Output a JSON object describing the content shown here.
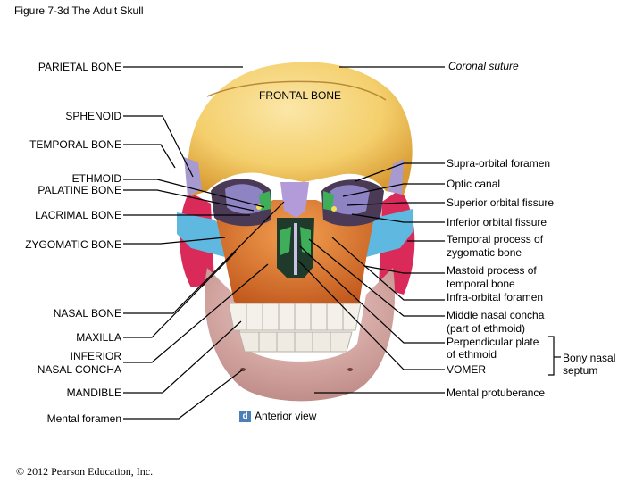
{
  "title": "Figure 7-3d The Adult Skull",
  "view_badge": "d",
  "view_label": "Anterior view",
  "copyright": "© 2012 Pearson Education, Inc.",
  "labels_left": {
    "parietal": "PARIETAL BONE",
    "sphenoid": "SPHENOID",
    "temporal": "TEMPORAL BONE",
    "ethmoid": "ETHMOID",
    "palatine": "PALATINE BONE",
    "lacrimal": "LACRIMAL BONE",
    "zygomatic": "ZYGOMATIC BONE",
    "nasal": "NASAL BONE",
    "maxilla": "MAXILLA",
    "inferior_concha_1": "INFERIOR",
    "inferior_concha_2": "NASAL CONCHA",
    "mandible": "MANDIBLE",
    "mental_foramen": "Mental foramen"
  },
  "labels_top": {
    "frontal": "FRONTAL BONE"
  },
  "labels_right": {
    "coronal": "Coronal suture",
    "supraorbital": "Supra-orbital foramen",
    "optic": "Optic canal",
    "sup_orbital_fissure": "Superior orbital fissure",
    "inf_orbital_fissure": "Inferior orbital fissure",
    "temporal_process_1": "Temporal process of",
    "temporal_process_2": "zygomatic bone",
    "mastoid_1": "Mastoid process of",
    "mastoid_2": "temporal bone",
    "infraorbital": "Infra-orbital foramen",
    "middle_concha_1": "Middle nasal concha",
    "middle_concha_2": "(part of ethmoid)",
    "perpendicular_1": "Perpendicular plate",
    "perpendicular_2": "of ethmoid",
    "vomer": "VOMER",
    "mental_protuberance": "Mental protuberance",
    "septum_1": "Bony nasal",
    "septum_2": "septum"
  },
  "colors": {
    "frontal": "#f2c04a",
    "parietal": "#f4dc8e",
    "sphenoid": "#a79ad0",
    "temporal": "#d92a5a",
    "zygomatic": "#5fb8e0",
    "maxilla": "#e87a2e",
    "nasal": "#b66ed0",
    "mandible": "#e8b8b4",
    "ethmoid": "#3fae5a",
    "leader": "#000000",
    "badge": "#4a7fb8"
  }
}
